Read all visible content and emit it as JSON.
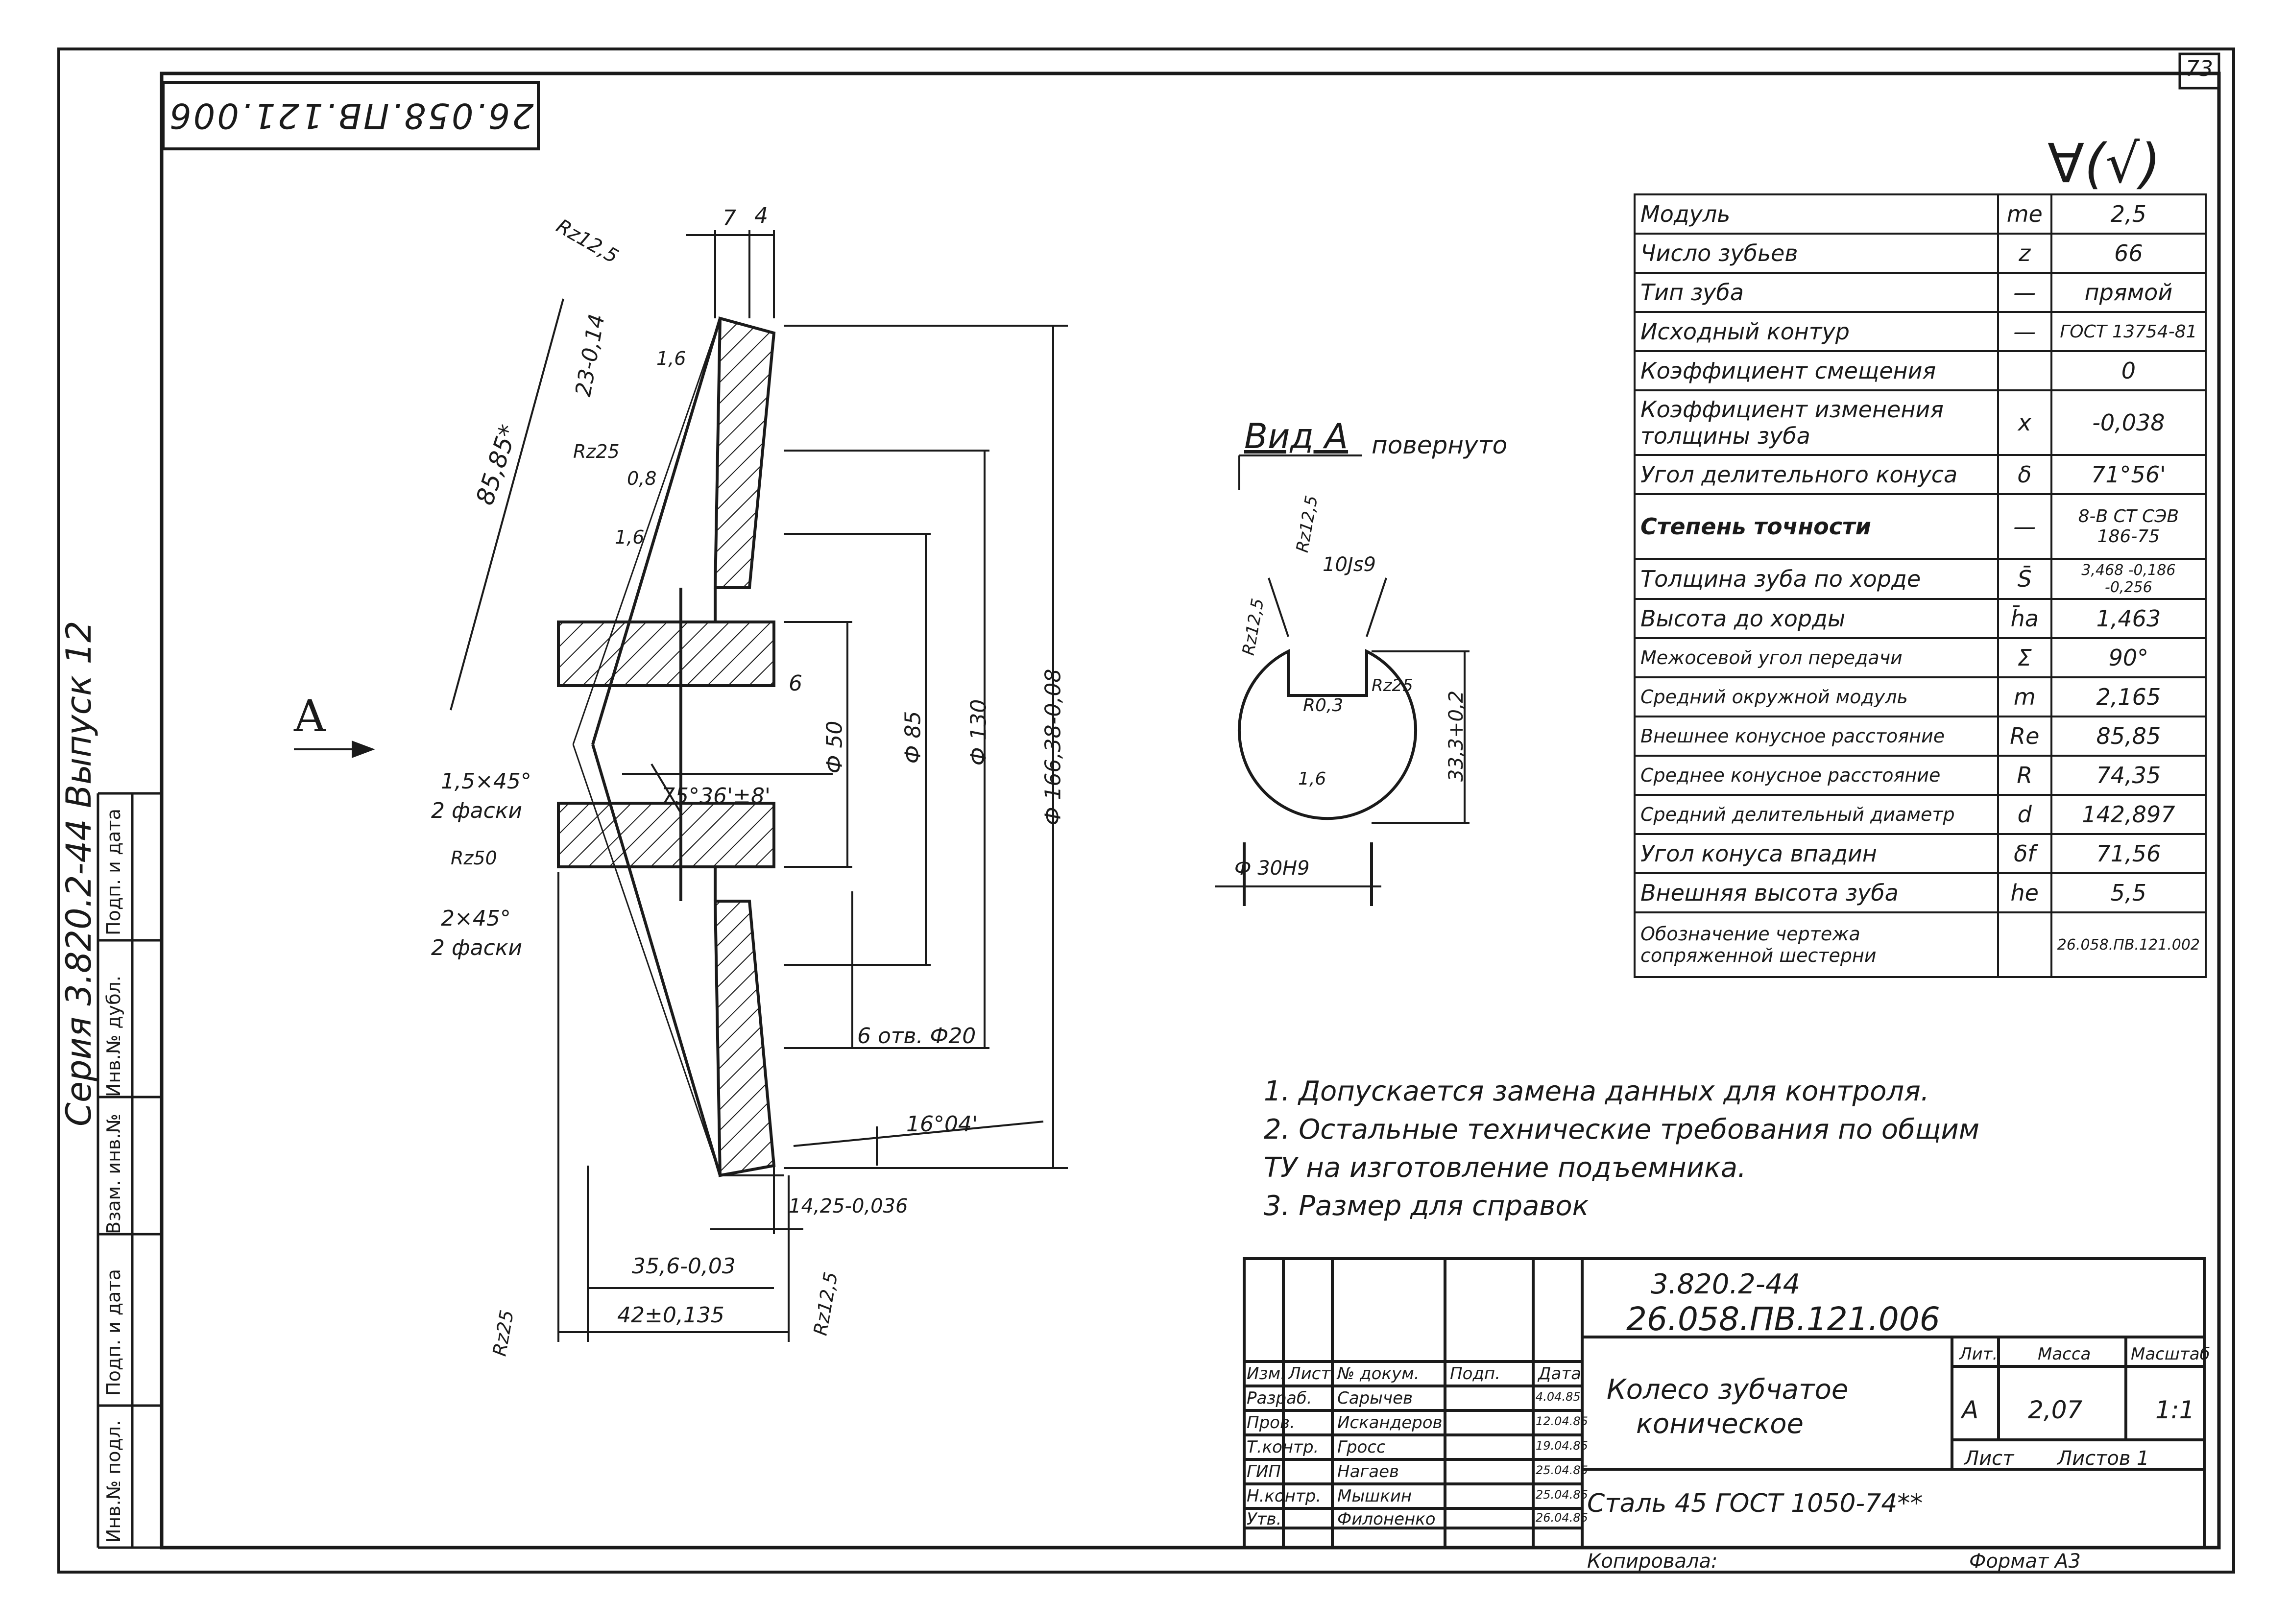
{
  "page_number": "73",
  "top_stamp": "26.058.ПВ.121.006",
  "roughness_mark": "∀(√)",
  "series_label": "Серия 3.820.2-44 Выпуск 12",
  "view_a": {
    "arrow_label": "A",
    "title": "Вид А",
    "subtitle": "повернуто",
    "dims": {
      "rz125": "Rz12,5",
      "width_key": "10Js9",
      "rz125_b": "Rz12,5",
      "rz25": "Rz25",
      "radius": "R0,3",
      "roughness": "1,6",
      "height": "33,3+0,2",
      "bore": "Ф 30Н9"
    }
  },
  "gear_dims": {
    "rz125_top": "Rz12,5",
    "seven": "7",
    "four": "4",
    "tooth": "23-0,14",
    "r16_a": "1,6",
    "rz25": "Rz25",
    "rz08": "0,8",
    "r16_b": "1,6",
    "cone_len": "85,85*",
    "six": "6",
    "d50": "Ф 50",
    "d85": "Ф 85",
    "d130": "Ф 130",
    "d166": "Ф 166,38-0,08",
    "chamfer1": "1,5×45°",
    "chamfer1_note": "2 фаски",
    "angle": "75°36'±8'",
    "rz50": "Rz50",
    "chamfer2": "2×45°",
    "chamfer2_note": "2 фаски",
    "holes": "6 отв. Ф20",
    "angle2": "16°04'",
    "l1425": "14,25-0,036",
    "l356": "35,6-0,03",
    "l42": "42±0,135",
    "rz25_bot": "Rz25",
    "rz125_bot": "Rz12,5"
  },
  "params": [
    {
      "name": "Модуль",
      "sym": "mе",
      "val": "2,5"
    },
    {
      "name": "Число зубьев",
      "sym": "z",
      "val": "66"
    },
    {
      "name": "Тип зуба",
      "sym": "—",
      "val": "прямой"
    },
    {
      "name": "Исходный контур",
      "sym": "—",
      "val": "ГОСТ 13754-81"
    },
    {
      "name": "Коэффициент смещения",
      "sym": "",
      "val": "0"
    },
    {
      "name": "Коэффициент изменения толщины зуба",
      "sym": "x",
      "val": "-0,038"
    },
    {
      "name": "Угол делительного конуса",
      "sym": "δ",
      "val": "71°56'"
    },
    {
      "name": "Степень точности",
      "sym": "—",
      "val": "8-В СТ СЭВ 186-75"
    },
    {
      "name": "Толщина зуба по хорде",
      "sym": "S̄",
      "val": "3,468 -0,186 -0,256"
    },
    {
      "name": "Высота до хорды",
      "sym": "h̄a",
      "val": "1,463"
    },
    {
      "name": "Межосевой угол передачи",
      "sym": "Σ",
      "val": "90°"
    },
    {
      "name": "Средний окружной модуль",
      "sym": "m",
      "val": "2,165"
    },
    {
      "name": "Внешнее конусное расстояние",
      "sym": "Re",
      "val": "85,85"
    },
    {
      "name": "Среднее конусное расстояние",
      "sym": "R",
      "val": "74,35"
    },
    {
      "name": "Средний делительный диаметр",
      "sym": "d",
      "val": "142,897"
    },
    {
      "name": "Угол конуса впадин",
      "sym": "δf",
      "val": "71,56"
    },
    {
      "name": "Внешняя высота зуба",
      "sym": "he",
      "val": "5,5"
    },
    {
      "name": "Обозначение чертежа сопряженной шестерни",
      "sym": "",
      "val": "26.058.ПВ.121.002"
    }
  ],
  "notes": [
    "1. Допускается замена данных для контроля.",
    "2. Остальные технические требования по общим",
    "ТУ на изготовление подъемника.",
    "3. Размер для справок"
  ],
  "title_block": {
    "series": "3.820.2-44",
    "code": "26.058.ПВ.121.006",
    "name_line1": "Колесо зубчатое",
    "name_line2": "коническое",
    "material": "Сталь 45 ГОСТ 1050-74**",
    "lit_label": "Лит.",
    "mass_label": "Масса",
    "scale_label": "Масштаб",
    "lit": "А",
    "mass": "2,07",
    "scale": "1:1",
    "sheet_label": "Лист",
    "sheets_label": "Листов 1",
    "header_cols": [
      "Изм.",
      "Лист",
      "№ докум.",
      "Подп.",
      "Дата"
    ],
    "people": [
      {
        "role": "Разраб.",
        "name": "Сарычев",
        "date": "4.04.85"
      },
      {
        "role": "Пров.",
        "name": "Искандеров",
        "date": "12.04.85"
      },
      {
        "role": "Т.контр.",
        "name": "Гросс",
        "date": "19.04.85"
      },
      {
        "role": "ГИП",
        "name": "Нагаев",
        "date": "25.04.85"
      },
      {
        "role": "Н.контр.",
        "name": "Мышкин",
        "date": "25.04.85"
      },
      {
        "role": "Утв.",
        "name": "Филоненко",
        "date": "26.04.85"
      }
    ],
    "copied": "Копировала:",
    "format": "Формат А3"
  },
  "left_strip": [
    "Инв.№ подл.",
    "Подп. и дата",
    "Взам. инв.№",
    "Инв.№ дубл.",
    "Подп. и дата"
  ]
}
